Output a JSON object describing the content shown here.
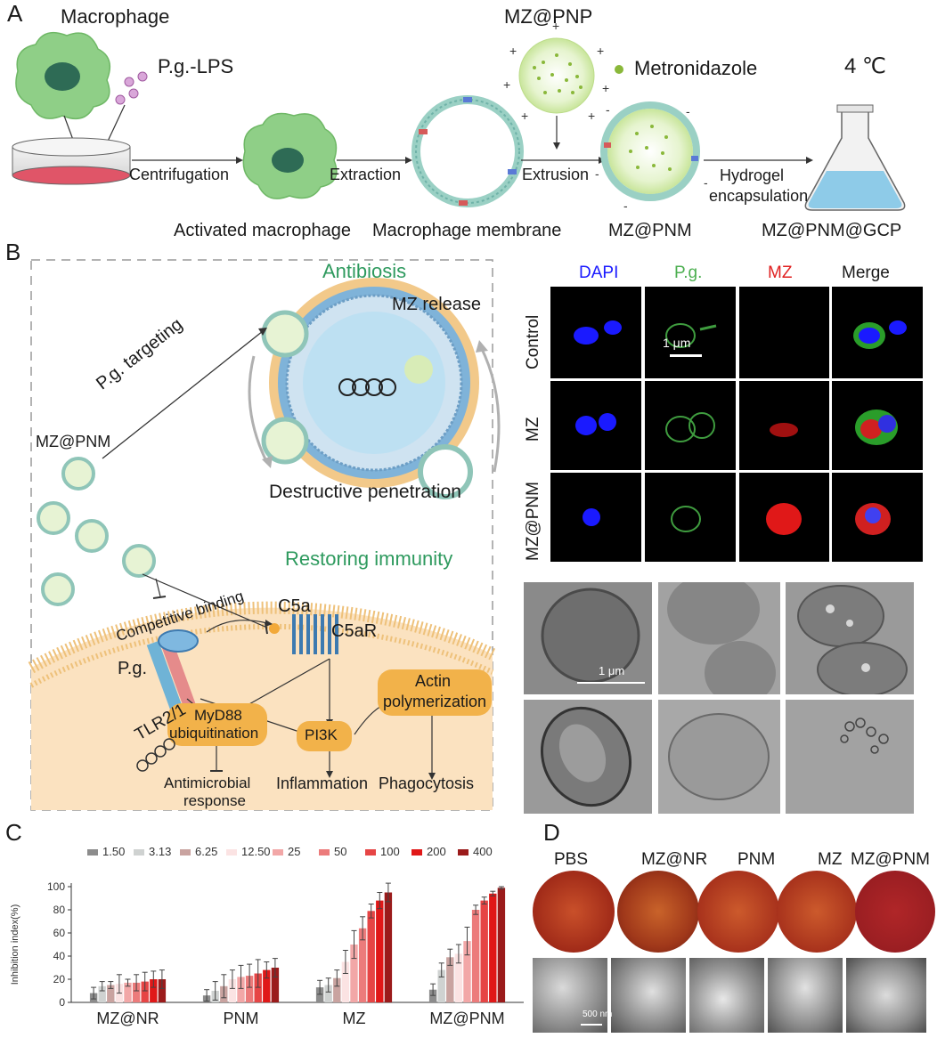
{
  "panels": {
    "a": "A",
    "b": "B",
    "c": "C",
    "d": "D"
  },
  "panelA": {
    "macrophage": "Macrophage",
    "lps": "P.g.-LPS",
    "mzpnp": "MZ@PNP",
    "metronidazole": "Metronidazole",
    "temp": "4 ℃",
    "centrifugation": "Centrifugation",
    "extraction": "Extraction",
    "extrusion": "Extrusion",
    "hydrogel1": "Hydrogel",
    "hydrogel2": "encapsulation",
    "activated": "Activated macrophage",
    "membrane": "Macrophage membrane",
    "mzpnm": "MZ@PNM",
    "mzpnmgcp": "MZ@PNM@GCP",
    "colors": {
      "cell": "#8fcf87",
      "nucleus": "#2e6b55",
      "dish": "#e05568",
      "liquid": "#8ecbe8",
      "accent": "#2a9d6a"
    }
  },
  "panelB": {
    "antibiosis": "Antibiosis",
    "mzrelease": "MZ release",
    "targeting": "P.g. targeting",
    "mzpnm": "MZ@PNM",
    "destructive": "Destructive penetration",
    "restoring": "Restoring immunity",
    "competitive": "Competitive binding",
    "c5a": "C5a",
    "c5ar": "C5aR",
    "pg": "P.g.",
    "tlr": "TLR2/1",
    "myd88_1": "MyD88",
    "myd88_2": "ubiquitination",
    "pi3k": "PI3K",
    "actin1": "Actin",
    "actin2": "polymerization",
    "antimicrobial1": "Antimicrobial",
    "antimicrobial2": "response",
    "inflammation": "Inflammation",
    "phagocytosis": "Phagocytosis",
    "fluor_cols": [
      "DAPI",
      "P.g.",
      "MZ",
      "Merge"
    ],
    "fluor_rows": [
      "Control",
      "MZ",
      "MZ@PNM"
    ],
    "scale_fluor": "1 μm",
    "scale_tem": "1 μm",
    "colors": {
      "dapi": "#1a1aff",
      "pg": "#4caf50",
      "mz": "#e02020",
      "green_title": "#2e9a5e",
      "node": "#f2b24a"
    }
  },
  "chart_data": {
    "type": "bar",
    "ylabel": "Inhibition index(%)",
    "ylim": [
      0,
      100
    ],
    "yticks": [
      0,
      20,
      40,
      60,
      80,
      100
    ],
    "categories": [
      "MZ@NR",
      "PNM",
      "MZ",
      "MZ@PNM"
    ],
    "series": [
      {
        "name": "1.50",
        "color": "#8c8c8c",
        "values": [
          8,
          6,
          13,
          11
        ],
        "errors": [
          5,
          5,
          6,
          5
        ]
      },
      {
        "name": "3.13",
        "color": "#cfd2d1",
        "values": [
          14,
          10,
          15,
          28
        ],
        "errors": [
          4,
          8,
          6,
          6
        ]
      },
      {
        "name": "6.25",
        "color": "#c9a3a0",
        "values": [
          15,
          14,
          21,
          39
        ],
        "errors": [
          3,
          10,
          7,
          7
        ]
      },
      {
        "name": "12.50",
        "color": "#fbe3e3",
        "values": [
          16,
          20,
          35,
          42
        ],
        "errors": [
          8,
          8,
          10,
          8
        ]
      },
      {
        "name": "25",
        "color": "#f2a7a7",
        "values": [
          17,
          22,
          50,
          53
        ],
        "errors": [
          3,
          10,
          12,
          12
        ]
      },
      {
        "name": "50",
        "color": "#ec7b7b",
        "values": [
          17,
          23,
          64,
          80
        ],
        "errors": [
          7,
          10,
          10,
          4
        ]
      },
      {
        "name": "100",
        "color": "#e64545",
        "values": [
          18,
          25,
          79,
          88
        ],
        "errors": [
          8,
          12,
          6,
          3
        ]
      },
      {
        "name": "200",
        "color": "#e01818",
        "values": [
          20,
          28,
          88,
          94
        ],
        "errors": [
          7,
          7,
          7,
          2
        ]
      },
      {
        "name": "400",
        "color": "#9b1b1b",
        "values": [
          20,
          30,
          95,
          99
        ],
        "errors": [
          8,
          8,
          8,
          1
        ]
      }
    ]
  },
  "panelD": {
    "dishes": [
      "PBS",
      "MZ@NR",
      "PNM",
      "MZ",
      "MZ@PNM"
    ],
    "scale": "500 nm",
    "colors": {
      "agar": "#b5341f",
      "agar_clear": "#a82528"
    }
  }
}
